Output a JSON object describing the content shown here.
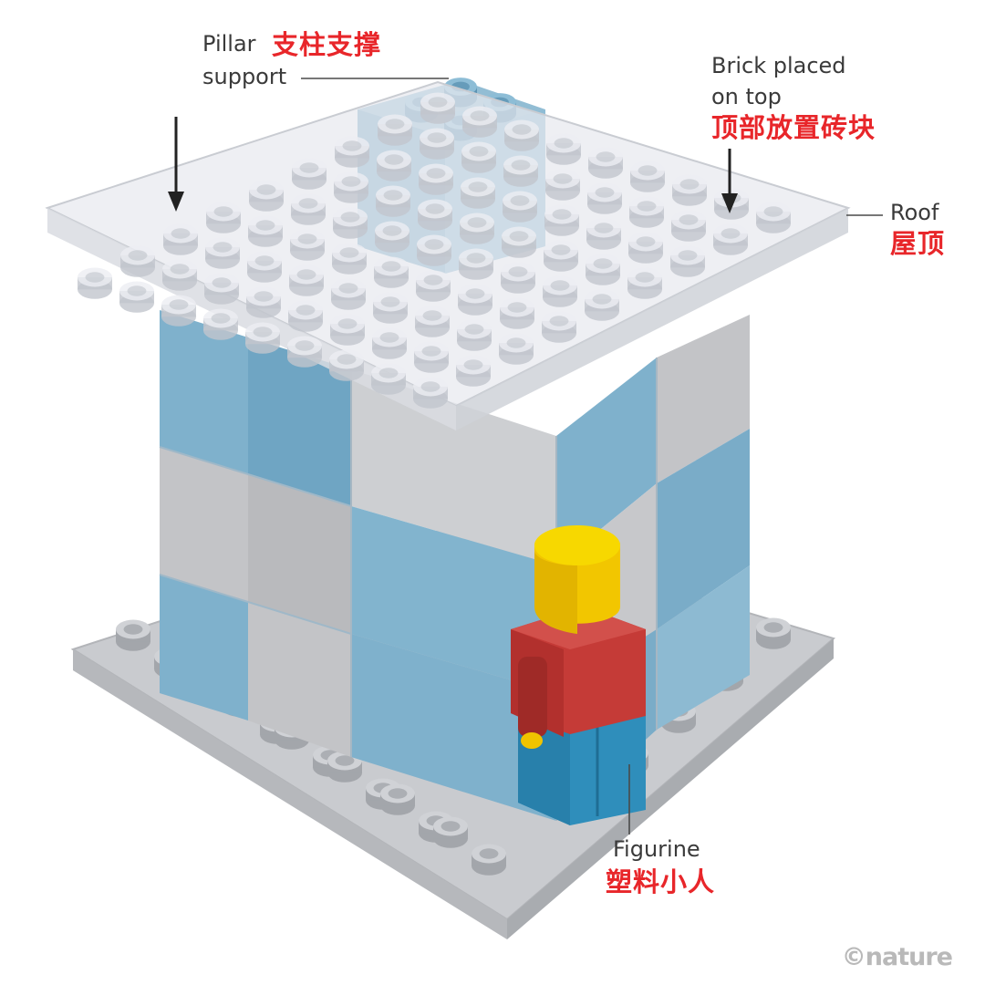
{
  "labels": {
    "pillar": {
      "en_line1": "Pillar",
      "en_line2": "support",
      "zh": "支柱支撑"
    },
    "brick": {
      "en_line1": "Brick placed",
      "en_line2": "on top",
      "zh": "顶部放置砖块"
    },
    "roof": {
      "en": "Roof",
      "zh": "屋顶"
    },
    "figurine": {
      "en": "Figurine",
      "zh": "塑料小人"
    }
  },
  "credit": "©nature",
  "colors": {
    "blue_brick": "#7fb0cc",
    "grey_brick": "#c7c8cb",
    "roof": "#e2e5ea",
    "base_plate": "#d6d8dc",
    "figure_head": "#f4cd00",
    "figure_torso": "#c53b37",
    "figure_legs": "#2f8ebb",
    "chinese_label": "#e8262a"
  },
  "icons": [
    "arrow-down-icon",
    "leader-line"
  ]
}
